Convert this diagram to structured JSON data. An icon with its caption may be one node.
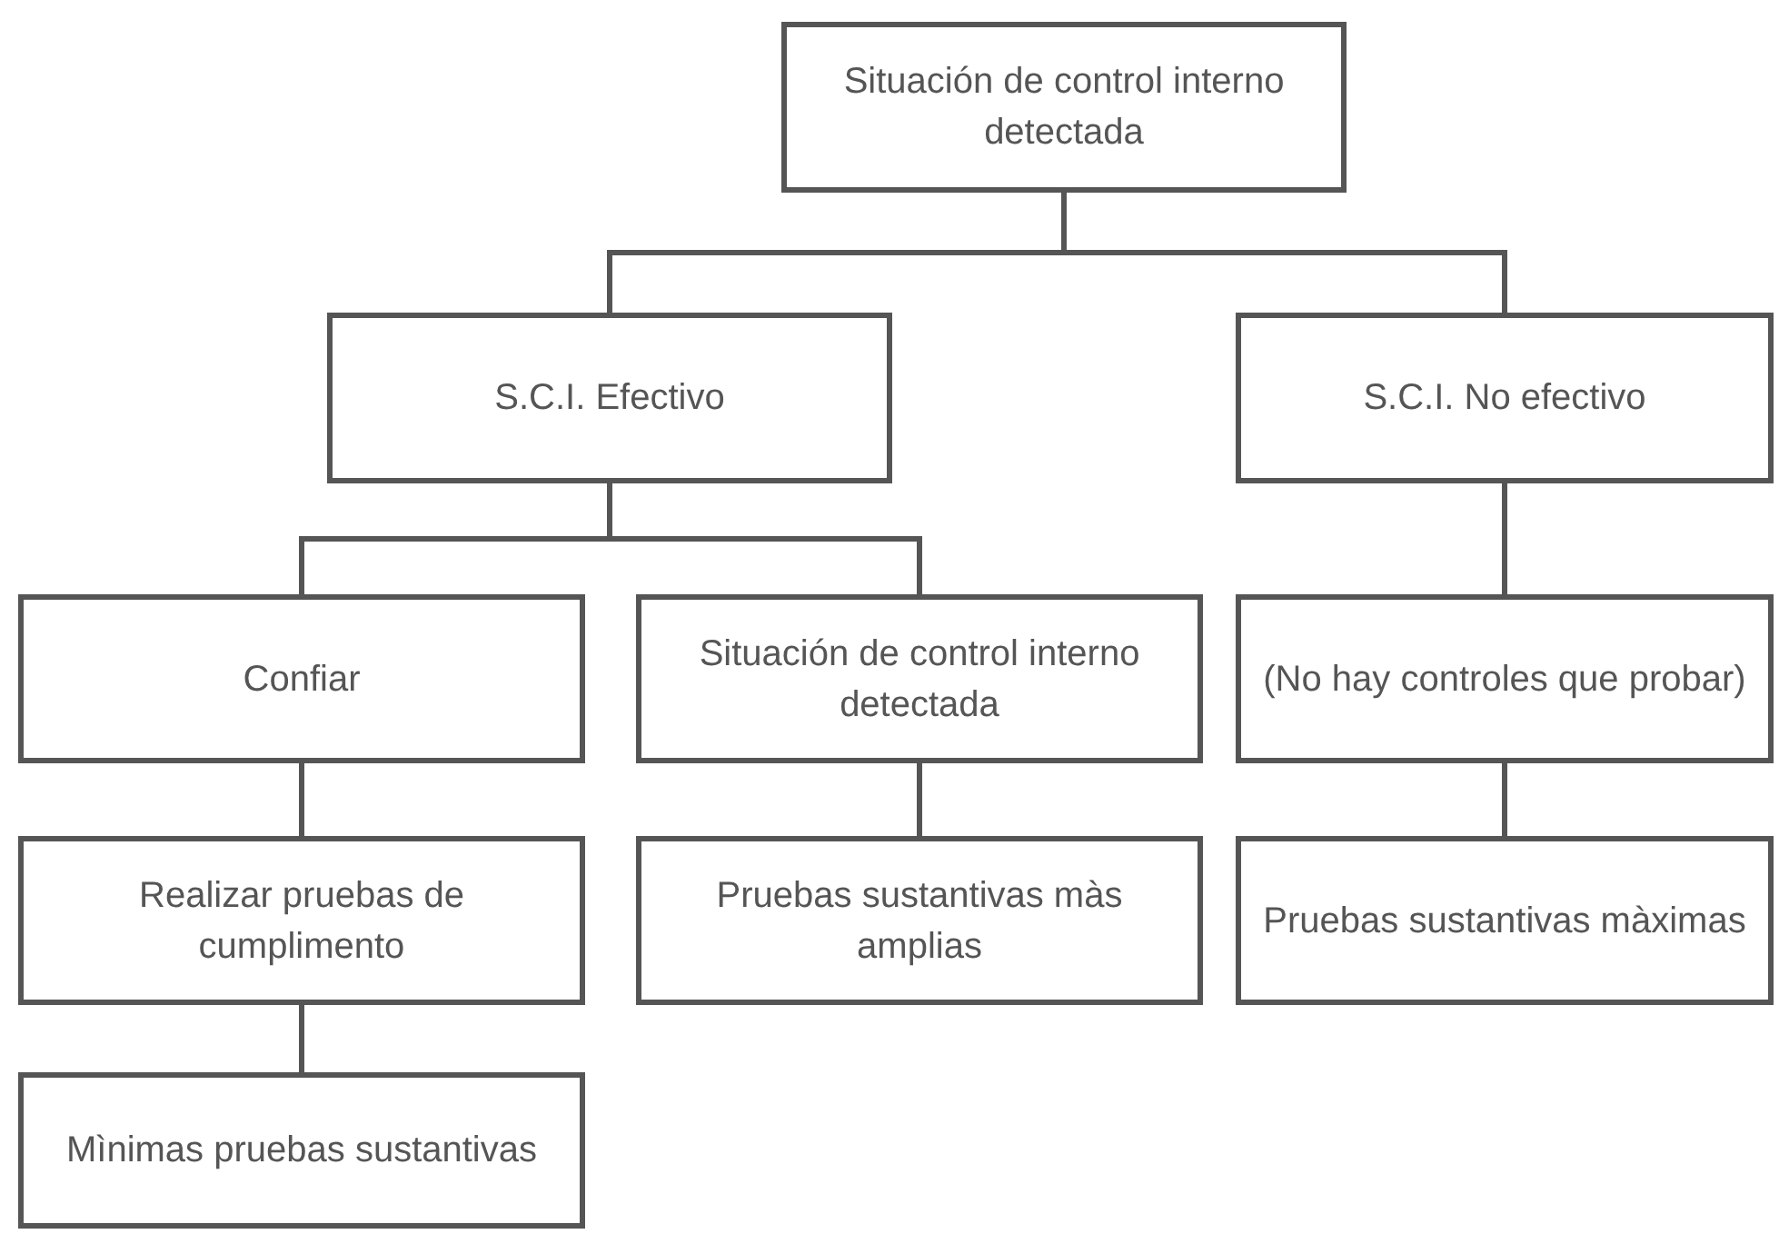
{
  "diagram": {
    "nodes": [
      {
        "text": [
          "Situación de control interno detectada"
        ]
      },
      {
        "text": [
          "S.C.I. Efectivo"
        ]
      },
      {
        "text": [
          "S.C.I. No efectivo"
        ]
      },
      {
        "text": [
          "Confiar"
        ]
      },
      {
        "text": [
          "Situación de control interno detectada"
        ]
      },
      {
        "text": [
          "(No hay controles que probar)"
        ]
      },
      {
        "text": [
          "Realizar pruebas de cumplimento"
        ]
      },
      {
        "text": [
          "Pruebas sustantivas màs amplias"
        ]
      },
      {
        "text": [
          "Pruebas sustantivas màximas"
        ]
      },
      {
        "text": [
          "Mìnimas pruebas sustantivas"
        ]
      }
    ],
    "edges": [
      {
        "from": 0,
        "to": 1,
        "arrow": "none"
      },
      {
        "from": 0,
        "to": 2,
        "arrow": "none"
      },
      {
        "from": 1,
        "to": 3,
        "arrow": "none"
      },
      {
        "from": 1,
        "to": 4,
        "arrow": "none"
      },
      {
        "from": 2,
        "to": 5,
        "arrow": "none"
      },
      {
        "from": 3,
        "to": 6,
        "arrow": "none"
      },
      {
        "from": 4,
        "to": 7,
        "arrow": "none"
      },
      {
        "from": 5,
        "to": 8,
        "arrow": "none"
      },
      {
        "from": 6,
        "to": 9,
        "arrow": "none"
      }
    ]
  }
}
